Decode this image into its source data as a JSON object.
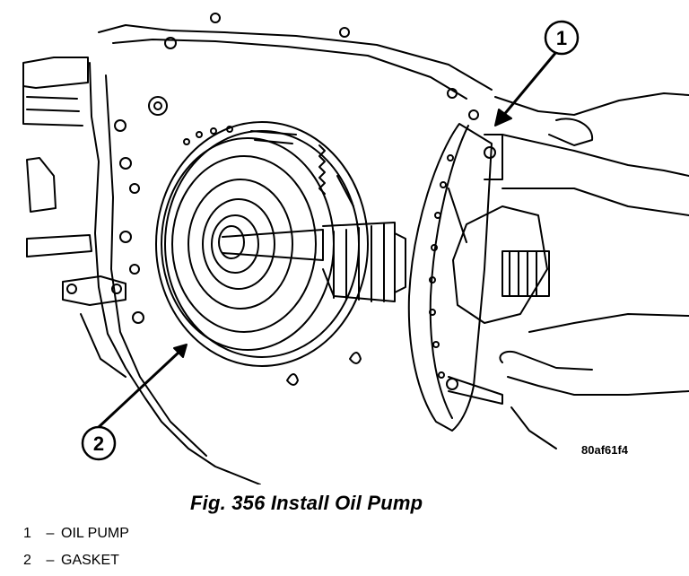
{
  "figure": {
    "code": "80af61f4",
    "caption": "Fig. 356 Install Oil Pump"
  },
  "callouts": [
    {
      "number": "1",
      "label": "OIL PUMP"
    },
    {
      "number": "2",
      "label": "GASKET"
    }
  ],
  "legend_separator": "–"
}
